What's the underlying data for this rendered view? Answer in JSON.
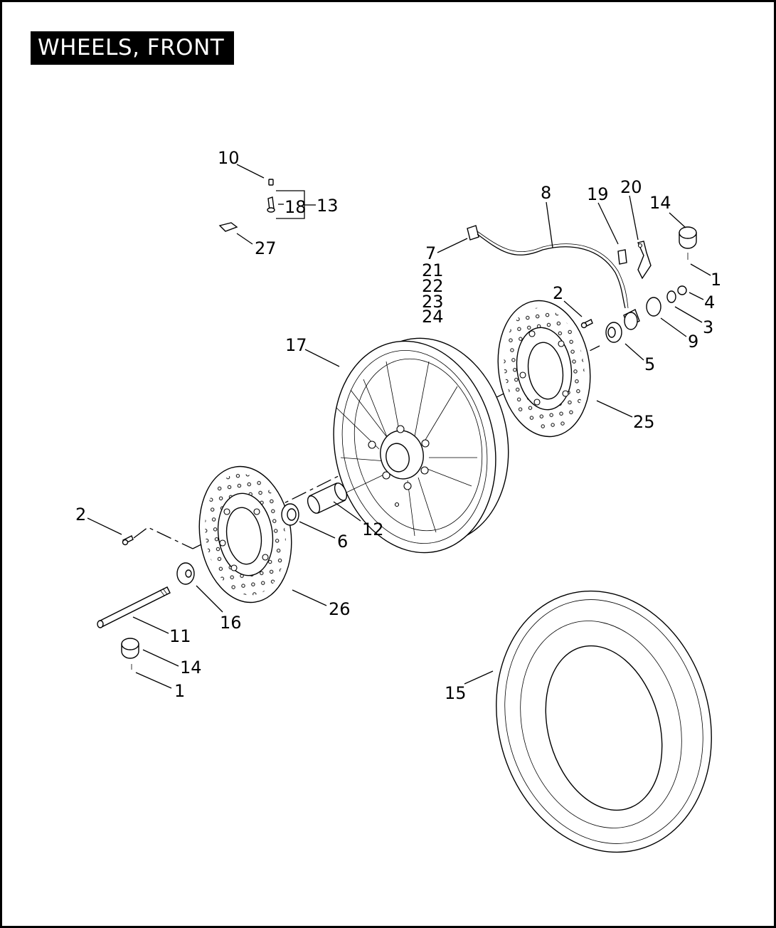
{
  "title": "WHEELS, FRONT",
  "callouts": {
    "c1a": "1",
    "c1b": "1",
    "c2a": "2",
    "c2b": "2",
    "c3": "3",
    "c4": "4",
    "c5": "5",
    "c6": "6",
    "c7": "7",
    "c8": "8",
    "c9": "9",
    "c10": "10",
    "c11": "11",
    "c12": "12",
    "c13": "13",
    "c14a": "14",
    "c14b": "14",
    "c15": "15",
    "c16": "16",
    "c17": "17",
    "c18": "18",
    "c19": "19",
    "c20": "20",
    "c21": "21",
    "c22": "22",
    "c23": "23",
    "c24": "24",
    "c25": "25",
    "c26": "26",
    "c27": "27"
  }
}
